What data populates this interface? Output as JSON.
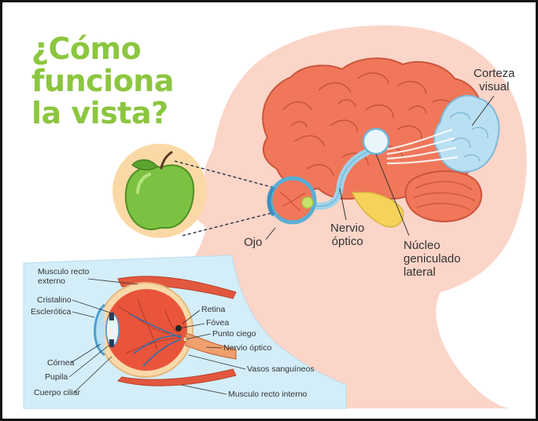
{
  "title": {
    "line1": "¿Cómo",
    "line2": "funciona",
    "line3": "la vista?"
  },
  "main_labels": {
    "corteza_visual": [
      "Corteza",
      "visual"
    ],
    "ojo": "Ojo",
    "nervio_optico": [
      "Nervio",
      "óptico"
    ],
    "nucleo": [
      "Núcleo",
      "geniculado",
      "lateral"
    ]
  },
  "eye_labels": {
    "musculo_externo": [
      "Musculo recto",
      "externo"
    ],
    "cristalino": "Cristalino",
    "esclerotica": "Esclerótica",
    "cornea": "Córnea",
    "pupila": "Pupila",
    "cuerpo_ciliar": "Cuerpo ciliar",
    "retina": "Retina",
    "fovea": "Fóvea",
    "punto_ciego": "Punto ciego",
    "nervio_optico": "Nervio óptico",
    "vasos": "Vasos sanguíneos",
    "musculo_interno": "Musculo recto interno"
  },
  "colors": {
    "title_green": "#8cc63f",
    "skin": "#fbd5c8",
    "brain": "#f0775a",
    "cortex_blue": "#b9dff2",
    "eye_panel": "#d3eef9",
    "apple": "#7cc242",
    "apple_circle": "#fbd9a6"
  }
}
